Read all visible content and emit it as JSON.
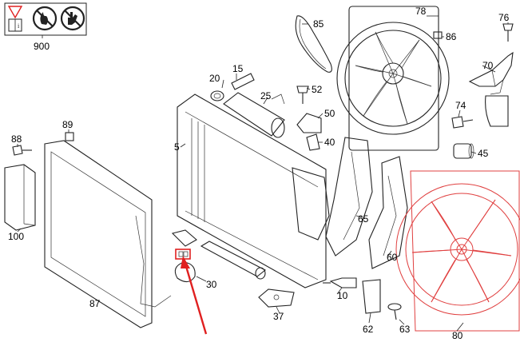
{
  "colors": {
    "ink": "#222222",
    "accent": "#e02020",
    "highlight_part": "#e04040"
  },
  "warning_icons": [
    "book-info-icon",
    "no-fire-icon",
    "no-hand-icon"
  ],
  "labels": {
    "l900": "900",
    "l85": "85",
    "l78": "78",
    "l86": "86",
    "l76": "76",
    "l15": "15",
    "l20": "20",
    "l52": "52",
    "l25": "25",
    "l70": "70",
    "l50": "50",
    "l74": "74",
    "l88": "88",
    "l89": "89",
    "l5": "5",
    "l40": "40",
    "l45": "45",
    "l100": "100",
    "l65": "65",
    "l60": "60",
    "l87": "87",
    "l30": "30",
    "l10": "10",
    "l37": "37",
    "l62": "62",
    "l63": "63",
    "l80": "80"
  }
}
